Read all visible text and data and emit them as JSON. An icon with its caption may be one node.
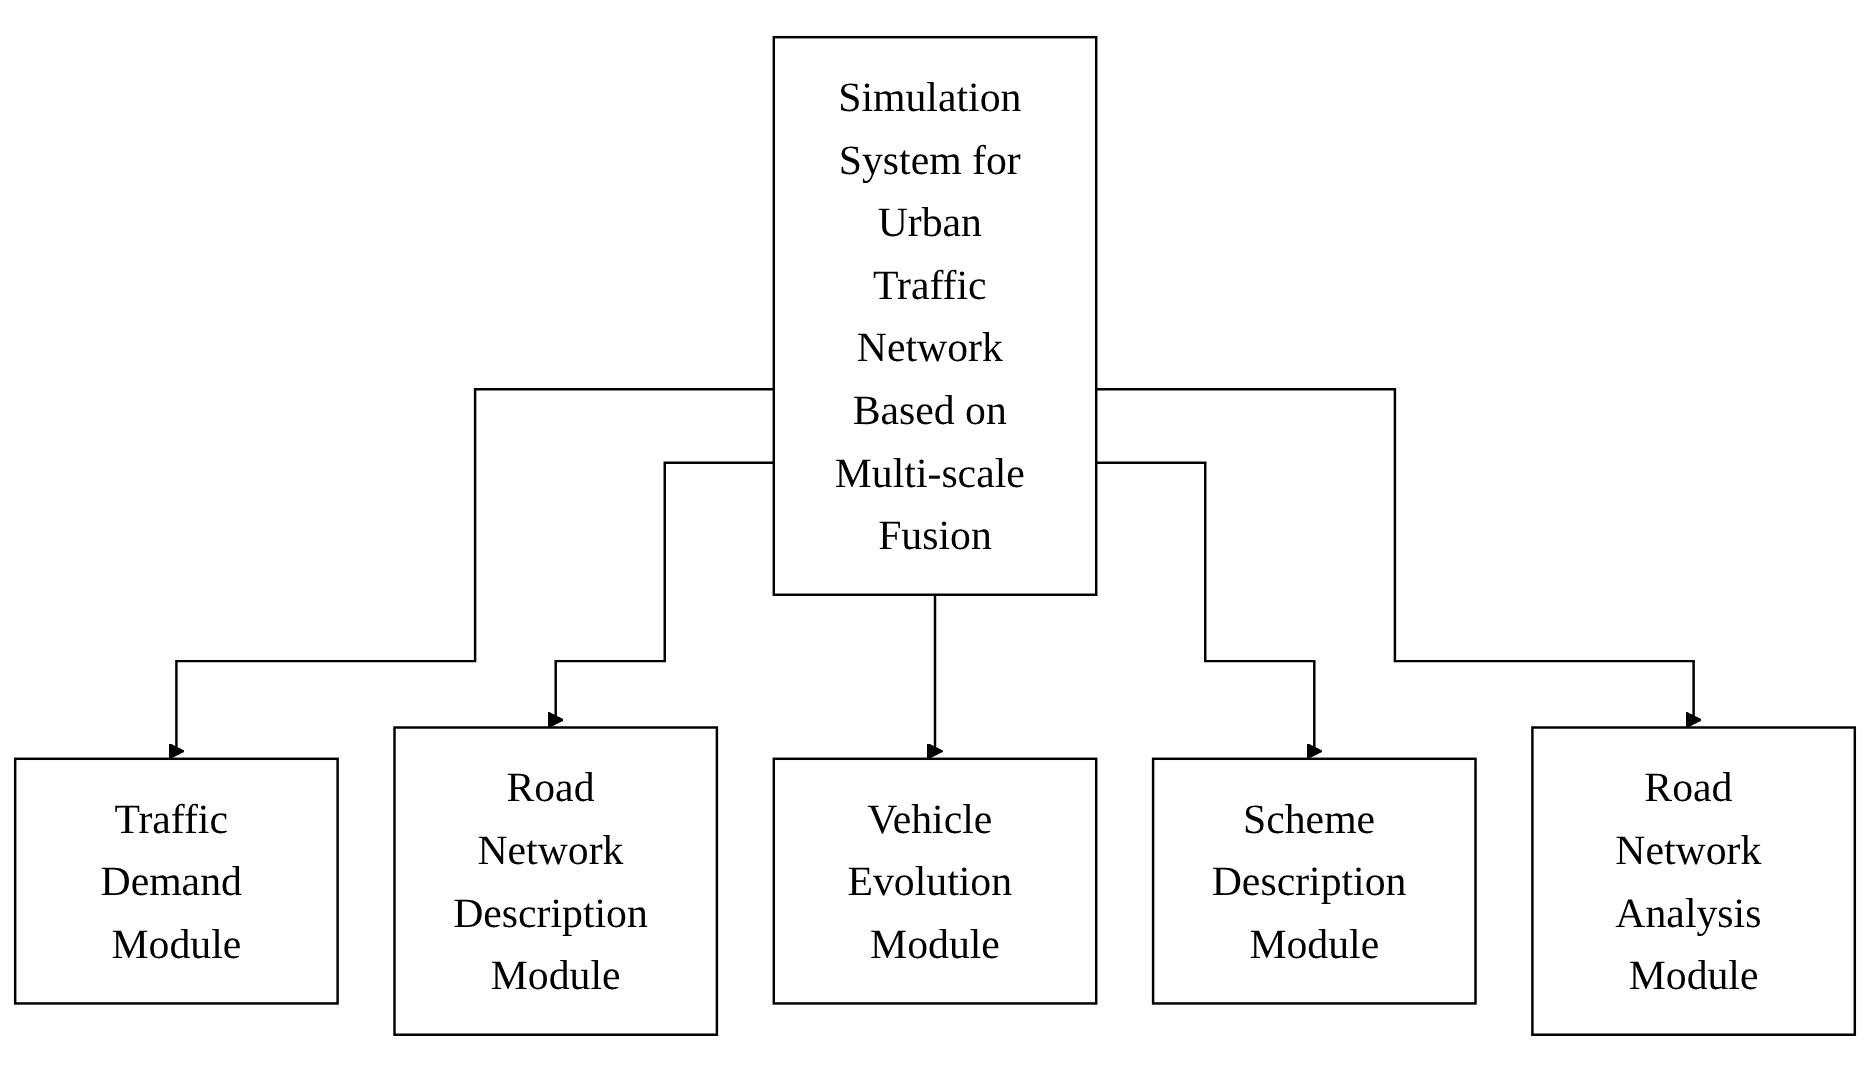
{
  "diagram": {
    "nodes": [
      {
        "text": [
          "Simulation System for Urban Traffic Network Based on Multi-scale Fusion"
        ]
      },
      {
        "text": [
          "Traffic Demand Module"
        ]
      },
      {
        "text": [
          "Road Network Description Module"
        ]
      },
      {
        "text": [
          "Vehicle Evolution Module"
        ]
      },
      {
        "text": [
          "Scheme Description Module"
        ]
      },
      {
        "text": [
          "Road Network Analysis Module"
        ]
      }
    ],
    "edges": [
      {
        "from": 0,
        "to": 1,
        "arrow": "to"
      },
      {
        "from": 0,
        "to": 2,
        "arrow": "to"
      },
      {
        "from": 0,
        "to": 3,
        "arrow": "to"
      },
      {
        "from": 0,
        "to": 4,
        "arrow": "to"
      },
      {
        "from": 0,
        "to": 5,
        "arrow": "to"
      }
    ]
  }
}
